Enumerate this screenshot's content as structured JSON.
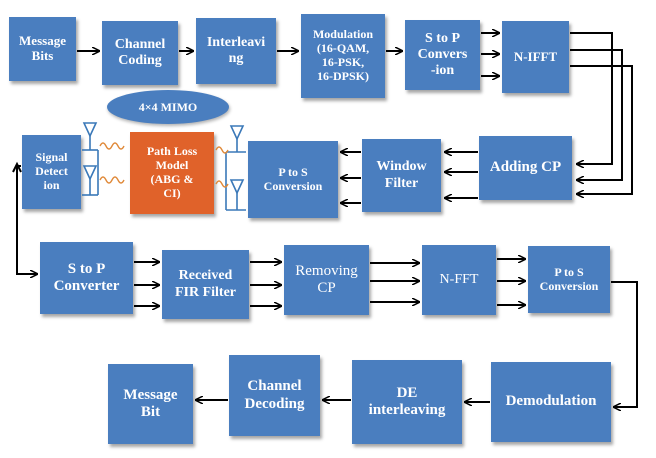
{
  "blocks": {
    "message_bits": "Message\nBits",
    "channel_coding": "Channel\nCoding",
    "interleaving": "Interleavi\nng",
    "modulation": "Modulation\n(16-QAM,\n16-PSK,\n16-DPSK)",
    "s_to_p_top": "S to P\nConvers\n-ion",
    "n_ifft": "N-IFFT",
    "adding_cp": "Adding CP",
    "window_filter": "Window\nFilter",
    "p_to_s_top": "P to S\nConversion",
    "path_loss_model": "Path Loss\nModel\n(ABG &\nCI)",
    "signal_detection": "Signal\nDetect\nion",
    "s_to_p_mid": "S to P\nConverter",
    "fir_filter": "Received\nFIR Filter",
    "removing_cp": "Removing\nCP",
    "n_fft": "N-FFT",
    "p_to_s_mid": "P to S\nConversion",
    "demodulation": "Demodulation",
    "de_interleaving": "DE\ninterleaving",
    "channel_decoding": "Channel\nDecoding",
    "message_bit": "Message\nBit"
  },
  "mimo_label": "4×4 MIMO",
  "colors": {
    "block_blue": "#4a7ebf",
    "path_loss_orange": "#e0622a",
    "arrow": "#000000",
    "antenna": "#3a78b8",
    "signal_wave": "#e08a3a"
  }
}
